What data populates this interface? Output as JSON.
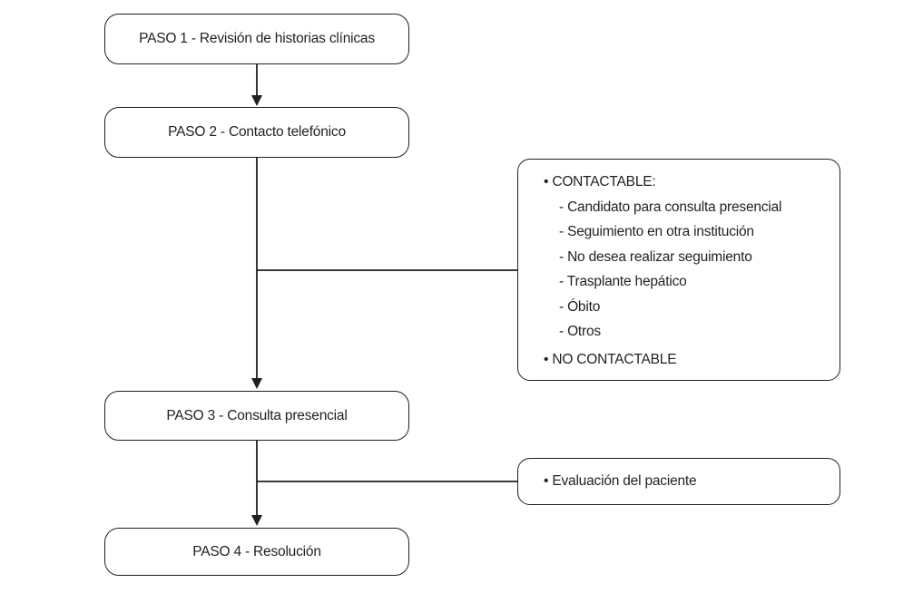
{
  "diagram": {
    "steps": [
      {
        "label": "PASO 1 - Revisión de historias clínicas"
      },
      {
        "label": "PASO 2 - Contacto telefónico"
      },
      {
        "label": "PASO 3 - Consulta presencial"
      },
      {
        "label": "PASO 4 - Resolución"
      }
    ],
    "contactable": {
      "heading": "• CONTACTABLE:",
      "items": [
        "- Candidato para consulta presencial",
        "- Seguimiento en otra institución",
        "- No desea realizar seguimiento",
        "- Trasplante hepático",
        "- Óbito",
        "- Otros"
      ],
      "no_contactable": "• NO CONTACTABLE"
    },
    "evaluation": {
      "label": "• Evaluación del paciente"
    },
    "colors": {
      "line": "#231f20",
      "text": "#231f20",
      "background": "#ffffff"
    }
  }
}
